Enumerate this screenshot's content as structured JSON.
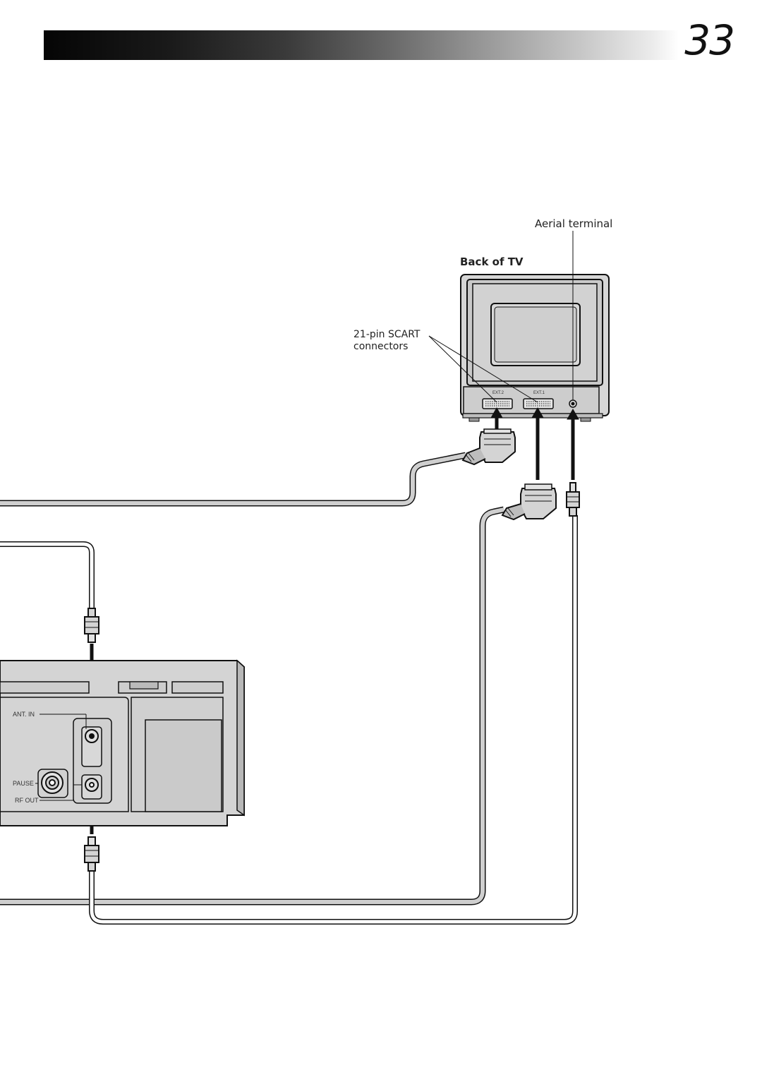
{
  "page": {
    "number": "33"
  },
  "tv": {
    "title": "Back of TV",
    "aerial_label": "Aerial terminal",
    "scart_label_line1": "21-pin SCART",
    "scart_label_line2": "connectors",
    "ext2_label": "EXT.2",
    "ext1_label": "EXT.1"
  },
  "vcr": {
    "ant_in_label": "ANT. IN",
    "pause_label": "PAUSE",
    "rf_out_label": "RF OUT"
  },
  "colors": {
    "header_dark": "#050505",
    "device_fill": "#d4d4d4",
    "outline": "#111111",
    "cable_fill": "#cfcfcf"
  }
}
